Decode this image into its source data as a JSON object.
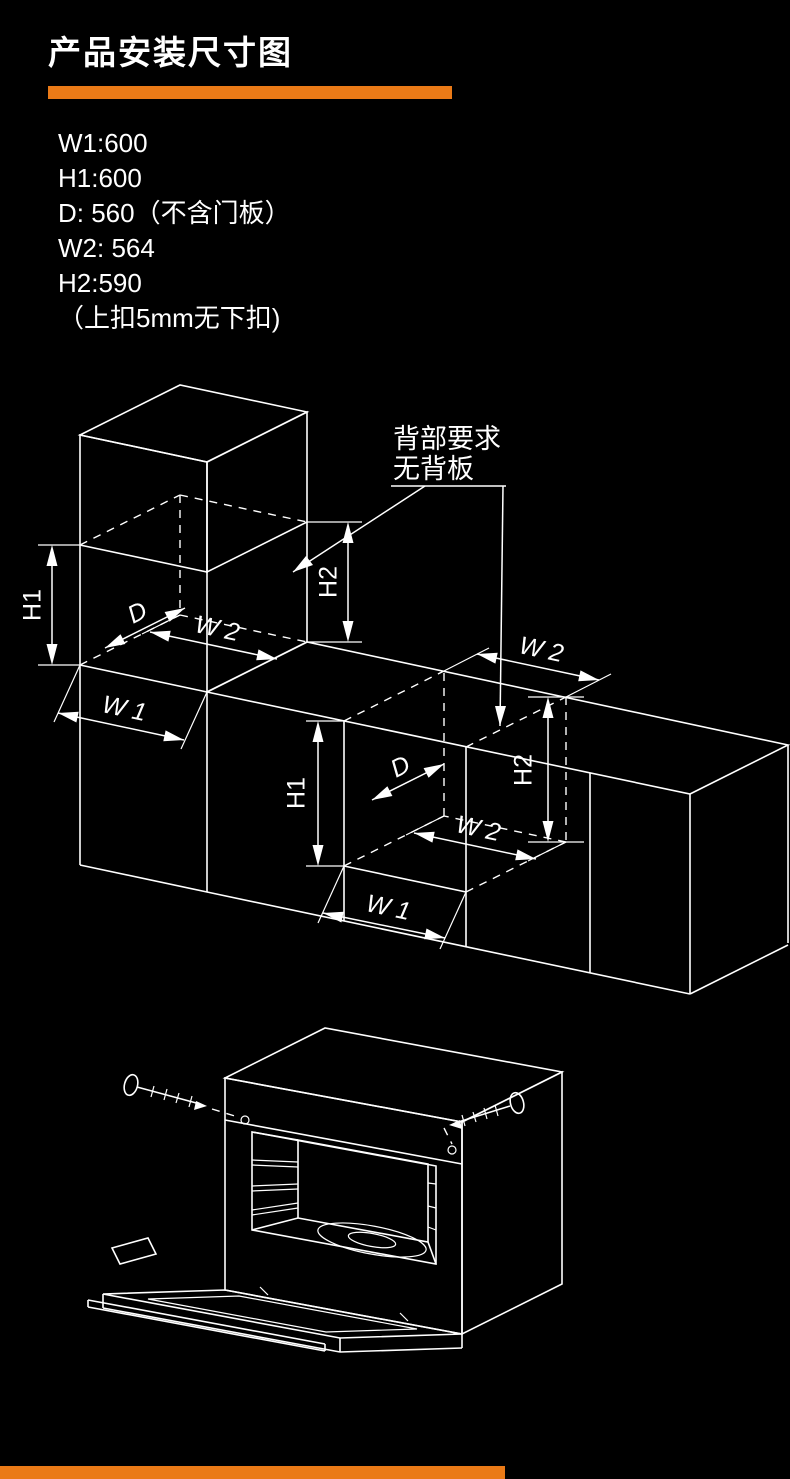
{
  "page": {
    "background": "#000000",
    "accent_color": "#ea7a17",
    "line_color": "#ffffff"
  },
  "header": {
    "title": "产品安装尺寸图"
  },
  "specs": {
    "lines": [
      "W1:600",
      "H1:600",
      "D: 560（不含门板）",
      "W2: 564",
      "H2:590",
      "（上扣5mm无下扣)"
    ]
  },
  "diagram": {
    "annotation": {
      "line1": "背部要求",
      "line2": "无背板"
    },
    "labels": {
      "h1": "H1",
      "h2": "H2",
      "d": "D",
      "w1": "W 1",
      "w2": "W 2"
    }
  }
}
